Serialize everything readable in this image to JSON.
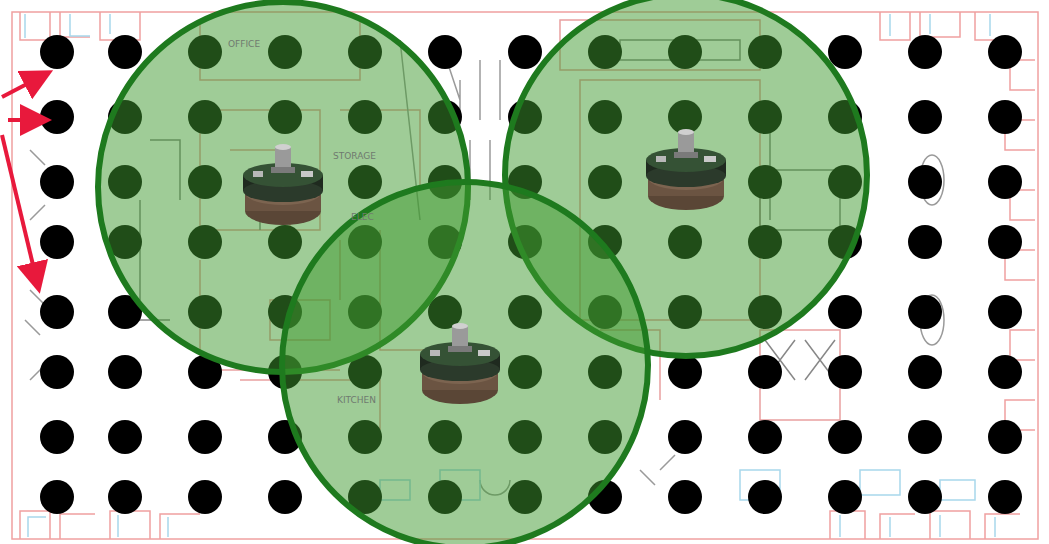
{
  "diagram": {
    "labels": [
      "OFFICE",
      "STORAGE",
      "ELEC",
      "KITCHEN"
    ]
  }
}
